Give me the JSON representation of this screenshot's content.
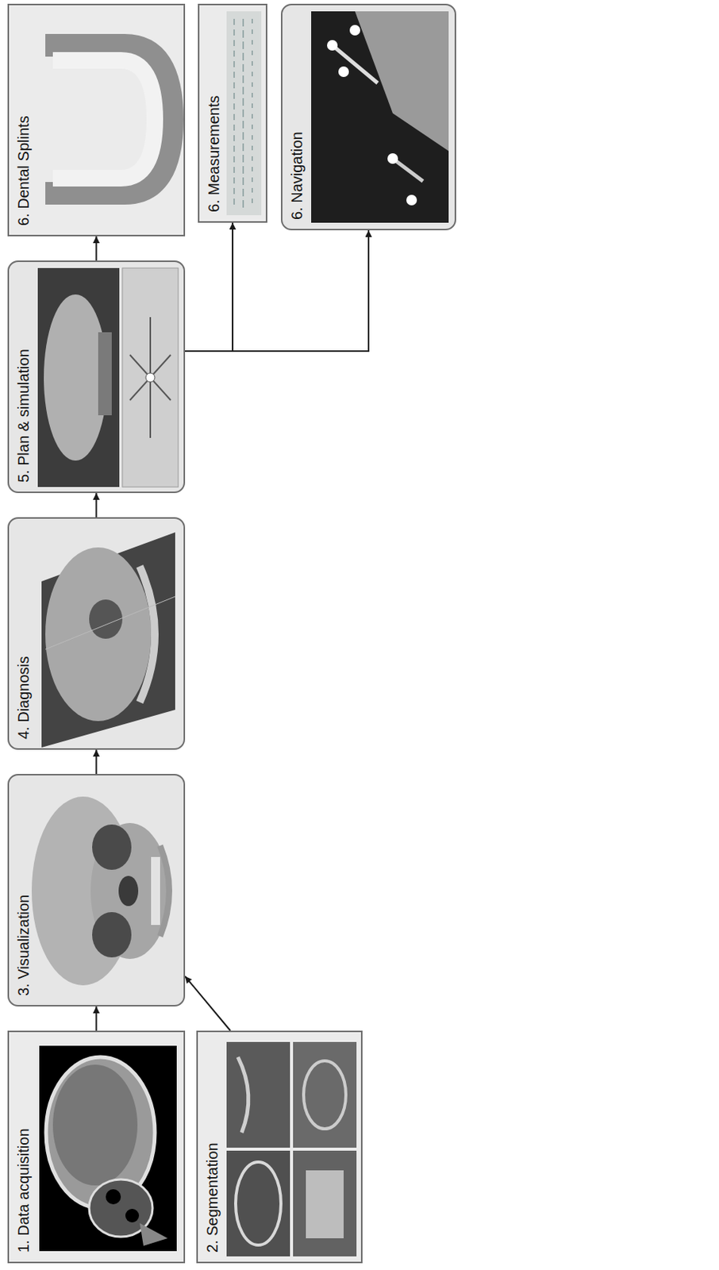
{
  "diagram": {
    "nodes": [
      {
        "text": [
          "1. Data acquisition"
        ]
      },
      {
        "text": [
          "2. Segmentation"
        ]
      },
      {
        "text": [
          "3. Visualization"
        ]
      },
      {
        "text": [
          "4. Diagnosis"
        ]
      },
      {
        "text": [
          "5. Plan & simulation"
        ]
      },
      {
        "text": [
          "6. Dental Splints"
        ]
      },
      {
        "text": [
          "6. Measurements"
        ]
      },
      {
        "text": [
          "6. Navigation"
        ]
      }
    ],
    "edges": [
      {
        "from": 0,
        "to": 2,
        "arrow": "to"
      },
      {
        "from": 1,
        "to": 2,
        "arrow": "to"
      },
      {
        "from": 2,
        "to": 3,
        "arrow": "to"
      },
      {
        "from": 3,
        "to": 4,
        "arrow": "to"
      },
      {
        "from": 4,
        "to": 5,
        "arrow": "to"
      },
      {
        "from": 4,
        "to": 6,
        "arrow": "to"
      },
      {
        "from": 4,
        "to": 7,
        "arrow": "to"
      }
    ]
  }
}
